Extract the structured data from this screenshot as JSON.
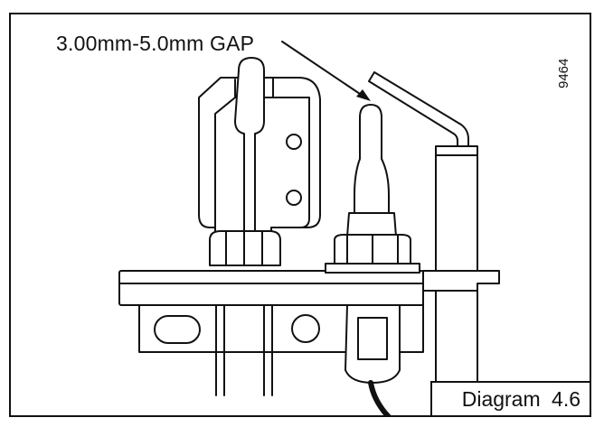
{
  "annotation": {
    "gap_label": "3.00mm-5.0mm GAP"
  },
  "figure_number": "9464",
  "caption": "Diagram  4.6",
  "colors": {
    "line": "#111111",
    "background": "#ffffff",
    "cable": "#111111"
  }
}
